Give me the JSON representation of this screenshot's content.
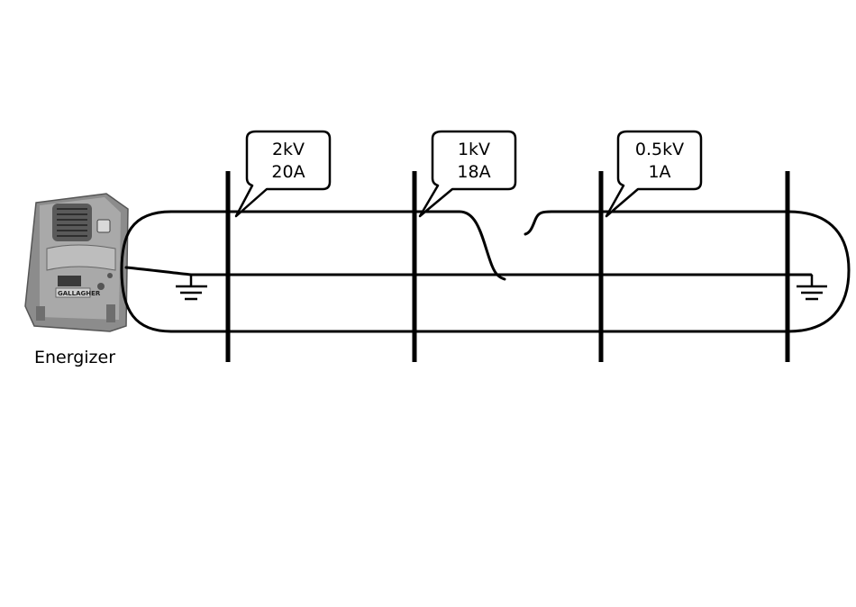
{
  "energizer": {
    "label": "Energizer",
    "brand": "GALLAGHER"
  },
  "callouts": [
    {
      "voltage": "2kV",
      "current": "20A"
    },
    {
      "voltage": "1kV",
      "current": "18A"
    },
    {
      "voltage": "0.5kV",
      "current": "1A"
    }
  ],
  "colors": {
    "line": "#000000",
    "background": "#ffffff",
    "device_body": "#9a9a9a"
  }
}
